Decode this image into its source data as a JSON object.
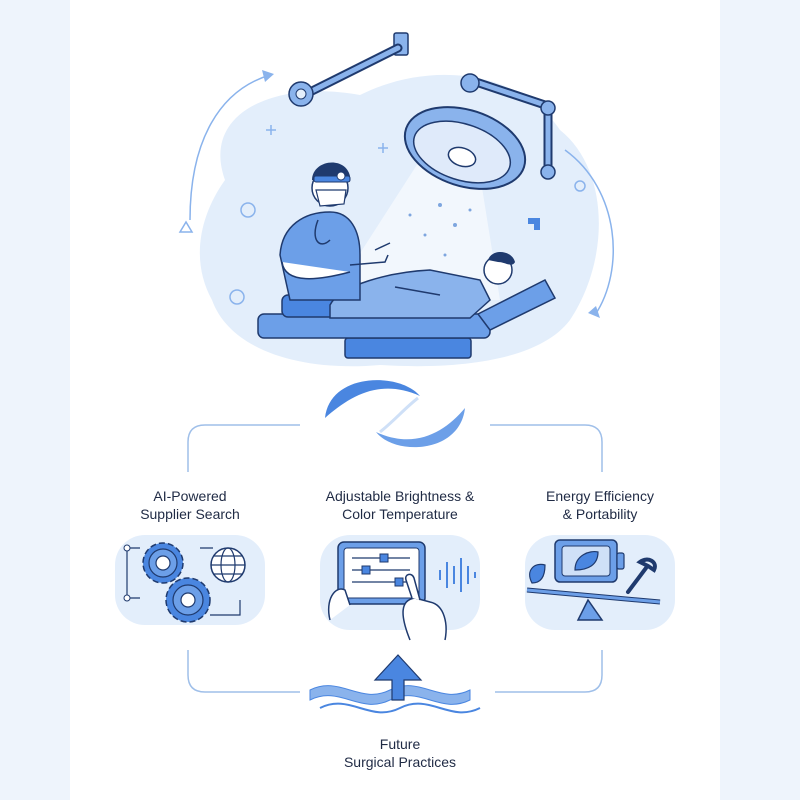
{
  "features": [
    {
      "lines": [
        "AI-Powered",
        "Supplier Search"
      ],
      "icon": "gears-globe-icon"
    },
    {
      "lines": [
        "Adjustable Brightness &",
        "Color Temperature"
      ],
      "icon": "control-panel-icon"
    },
    {
      "lines": [
        "Energy Efficiency",
        "& Portability"
      ],
      "icon": "battery-leaf-icon"
    }
  ],
  "outcome": {
    "lines": [
      "Future",
      "Surgical Practices"
    ],
    "icon": "upward-arrow-icon"
  },
  "colors": {
    "accent": "#4a86e0",
    "light": "#cfe0f7",
    "lighter": "#e3eefb",
    "dark": "#1f3a6e",
    "mid": "#8ab3ec"
  }
}
